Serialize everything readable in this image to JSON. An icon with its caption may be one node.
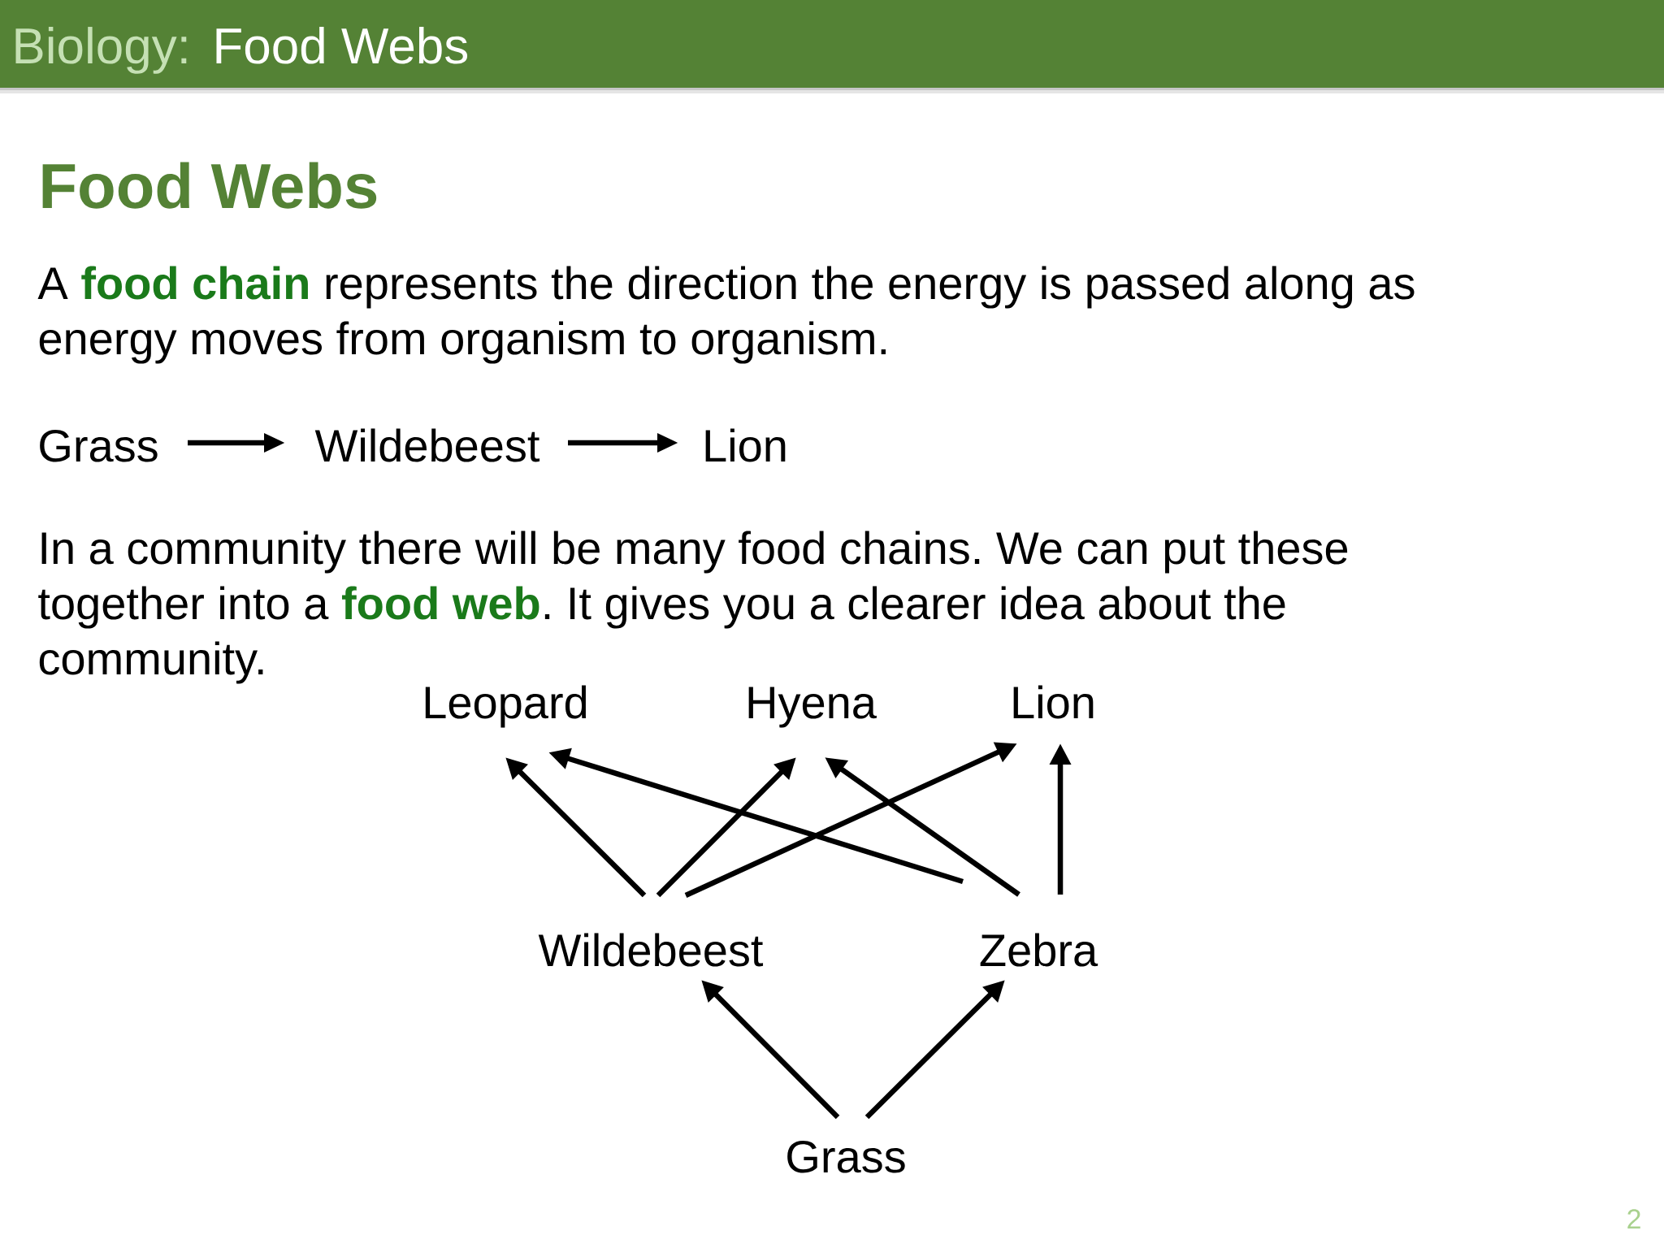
{
  "diagram": {
    "title": "Food Webs",
    "nodes": [
      {
        "text": [
          "Grass"
        ]
      },
      {
        "text": [
          "Wildebeest"
        ]
      },
      {
        "text": [
          "Lion"
        ]
      },
      {
        "text": [
          "Leopard"
        ]
      },
      {
        "text": [
          "Hyena"
        ]
      },
      {
        "text": [
          "Lion"
        ]
      },
      {
        "text": [
          "Wildebeest"
        ]
      },
      {
        "text": [
          "Zebra"
        ]
      },
      {
        "text": [
          "Grass"
        ]
      }
    ],
    "edges": [
      {
        "from": 0,
        "to": 1,
        "arrow": "to"
      },
      {
        "from": 1,
        "to": 2,
        "arrow": "to"
      },
      {
        "from": 6,
        "to": 3,
        "arrow": "to"
      },
      {
        "from": 7,
        "to": 3,
        "arrow": "to"
      },
      {
        "from": 6,
        "to": 4,
        "arrow": "to"
      },
      {
        "from": 7,
        "to": 4,
        "arrow": "to"
      },
      {
        "from": 6,
        "to": 5,
        "arrow": "to"
      },
      {
        "from": 7,
        "to": 5,
        "arrow": "to"
      },
      {
        "from": 8,
        "to": 6,
        "arrow": "to"
      },
      {
        "from": 8,
        "to": 7,
        "arrow": "to"
      }
    ],
    "labels": [
      "Biology:",
      "Food Webs",
      "A **food chain** represents the direction the energy is passed along as energy moves from organism to organism.",
      "In a community there will be many food chains. We can put these together into a **food web**. It gives you a clearer idea about the community.",
      "2"
    ]
  }
}
